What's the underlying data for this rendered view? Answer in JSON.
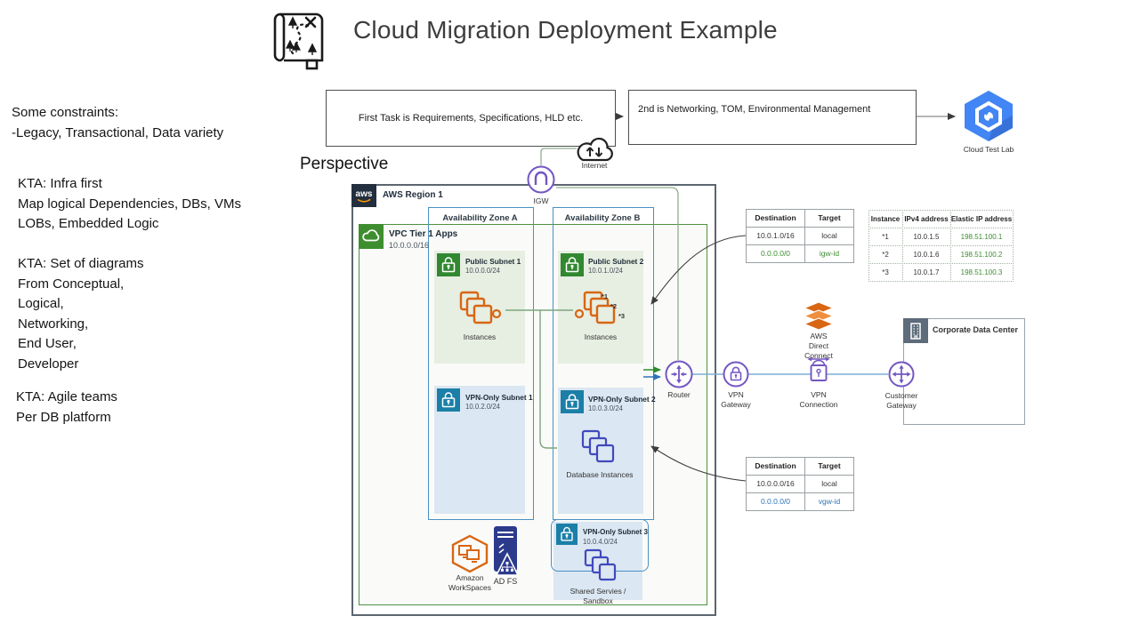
{
  "header": {
    "title": "Cloud Migration Deployment Example"
  },
  "perspective_label": "Perspective",
  "notes": {
    "block1": {
      "l1": "Some constraints:",
      "l2": "-Legacy, Transactional, Data variety"
    },
    "block2": {
      "l1": "KTA: Infra first",
      "l2": "Map logical Dependencies, DBs, VMs",
      "l3": "LOBs, Embedded Logic"
    },
    "block3": {
      "l1": "KTA: Set of diagrams",
      "l2": "From Conceptual,",
      "l3": "Logical,",
      "l4": "Networking,",
      "l5": "End User,",
      "l6": "Developer"
    },
    "block4": {
      "l1": "KTA: Agile teams",
      "l2": "Per DB platform"
    }
  },
  "flow": {
    "first_box": "First Task is Requirements, Specifications, HLD etc.",
    "second_box": "2nd is Networking, TOM,  Environmental Management",
    "cloud_test_lab": "Cloud Test Lab"
  },
  "net": {
    "internet": "Internet",
    "igw": "IGW"
  },
  "region": {
    "logo": "aws",
    "label": "AWS Region 1"
  },
  "vpc": {
    "name": "VPC Tier 1 Apps",
    "cidr": "10.0.0.0/16"
  },
  "az": {
    "a": "Availability Zone A",
    "b": "Availability Zone B"
  },
  "subnets": {
    "public1": {
      "name": "Public Subnet 1",
      "cidr": "10.0.0.0/24",
      "label": "Instances"
    },
    "public2": {
      "name": "Public Subnet 2",
      "cidr": "10.0.1.0/24",
      "label": "Instances",
      "marks": [
        "*1",
        "*2",
        "*3"
      ]
    },
    "vpn1": {
      "name": "VPN-Only Subnet 1",
      "cidr": "10.0.2.0/24"
    },
    "vpn2": {
      "name": "VPN-Only Subnet 2",
      "cidr": "10.0.3.0/24",
      "label": "Database Instances"
    },
    "vpn3": {
      "name": "VPN-Only Subnet 3",
      "cidr": "10.0.4.0/24",
      "label_line1": "Shared Servies /",
      "label_line2": "Sandbox"
    }
  },
  "enduser": {
    "workspaces_l1": "Amazon",
    "workspaces_l2": "WorkSpaces",
    "adfs": "AD FS"
  },
  "gateways": {
    "router": "Router",
    "vpn_gateway_l1": "VPN",
    "vpn_gateway_l2": "Gateway",
    "vpn_connection_l1": "VPN",
    "vpn_connection_l2": "Connection",
    "customer_gateway_l1": "Customer",
    "customer_gateway_l2": "Gateway",
    "direct_connect_l1": "AWS",
    "direct_connect_l2": "Direct",
    "direct_connect_l3": "Connect"
  },
  "onprem": {
    "corporate_dc": "Corporate Data Center"
  },
  "route_table_igw": {
    "headers": [
      "Destination",
      "Target"
    ],
    "rows": [
      [
        "10.0.1.0/16",
        "local"
      ],
      [
        "0.0.0.0/0",
        "igw-id"
      ]
    ]
  },
  "route_table_vgw": {
    "headers": [
      "Destination",
      "Target"
    ],
    "rows": [
      [
        "10.0.0.0/16",
        "local"
      ],
      [
        "0.0.0.0/0",
        "vgw-id"
      ]
    ]
  },
  "eip_table": {
    "headers": [
      "Instance",
      "IPv4 address",
      "Elastic IP address"
    ],
    "rows": [
      [
        "*1",
        "10.0.1.5",
        "198.51.100.1"
      ],
      [
        "*2",
        "10.0.1.6",
        "198.51.100.2"
      ],
      [
        "*3",
        "10.0.1.7",
        "198.51.100.3"
      ]
    ]
  },
  "colors": {
    "aws_orange": "#d86613",
    "network_purple": "#7456c2",
    "vpc_green": "#4e9141",
    "az_blue": "#4a90c2",
    "subnet_teal": "#1b7fa8",
    "db_indigo": "#4149bd",
    "gcp_blue": "#4285f4",
    "route_green_text": "#3e8e2f",
    "route_blue_text": "#2e74b5"
  }
}
